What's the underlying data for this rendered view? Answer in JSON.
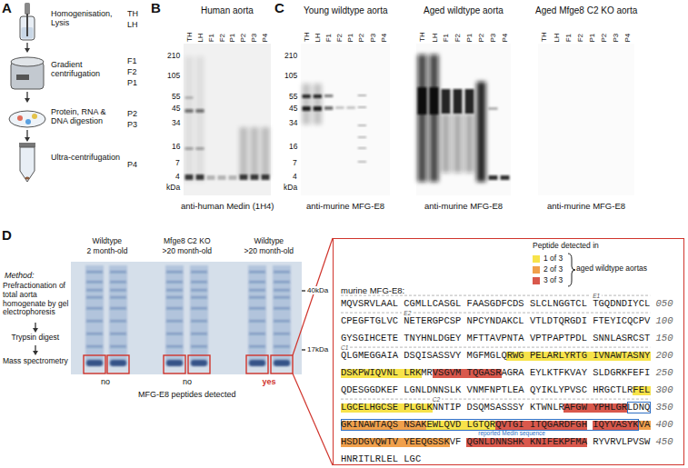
{
  "diagram": {
    "nodes": [
      {
        "text": [
          "Peptide detected in",
          "aged wildtype aortas",
          "murine MFG-E8:",
          "E1",
          "MQVSRVLAAL CGMLLCASGL FAASGDFCDS SLCLNGGTCL TGQDNDIYCL",
          "050",
          "E2",
          "CPEGFTGLVC NETERGPCSP NPCYNDAKCL VTLDTQRGDI FTEYICQCPV",
          "100",
          "GYSGIHCETE TNYHNLDGEY MFTTAVPNTA VPTPAPTPDL SNNLASRCST",
          "150",
          "C1",
          "QLGMEGGAIA DSQISASSVY MGFMGLQRWG PELARLYRTG IVNAWTASNY",
          "200",
          "DSKPWIQVNL LRKMRVSGVM TQGASRAGRA EYLKTFKVAY SLDGRKFEFI",
          "250",
          "QDESGGDKEF LGNLDNNSLK VNMFNPTLEA QYIKLYPVSC HRGCTLRFEL",
          "300",
          "C2",
          "LGCELHGCSE PLGLKNNTIP DSQMSASSSY KTWNLRAFGW YPHLGRLDNQ",
          "350",
          "GKINAWTAQS NSAKEWLQVD LGTQRQVTGI ITQGARDFGH IQYVASYKVA",
          "400",
          "reported Medin sequence",
          "HSDDGVQWTV YEEQGSSKVF QGNLDNNSHK KNIFEKPFMA RYVRVLPVSW",
          "450",
          "HNRITLRLEL LGC"
        ]
      }
    ],
    "labels": [
      "A",
      "Homogenisation, Lysis",
      "TH",
      "LH",
      "Gradient centrifugation",
      "F1",
      "F2",
      "P1",
      "Protein, RNA & DNA digestion",
      "P2",
      "P3",
      "Ultra-centrifugation",
      "P4",
      "B",
      "Human aorta",
      "TH",
      "LH",
      "F1",
      "F2",
      "P1",
      "P2",
      "P3",
      "P4",
      "210",
      "105",
      "55",
      "45",
      "34",
      "16",
      "7",
      "4",
      "kDa",
      "anti-human Medin (1H4)",
      "C",
      "210",
      "105",
      "55",
      "45",
      "34",
      "16",
      "7",
      "4",
      "kDa",
      "Young wildtype aorta",
      "TH",
      "LH",
      "F1",
      "F2",
      "P1",
      "P2",
      "P3",
      "P4",
      "Aged wildtype aorta",
      "TH",
      "LH",
      "F1",
      "F2",
      "P1",
      "P2",
      "P3",
      "P4",
      "Aged Mfge8 C2 KO aorta",
      "TH",
      "LH",
      "F1",
      "F2",
      "P1",
      "P2",
      "P3",
      "P4",
      "anti-murine MFG-E8",
      "anti-murine MFG-E8",
      "anti-murine MFG-E8",
      "D",
      "Method:",
      "Prefractionation of total aorta homogenate by gel electrophoresis",
      "Trypsin digest",
      "Mass spectrometry",
      "Wildtype",
      "2 month-old",
      "Mfge8 C2 KO",
      ">20 month-old",
      "Wildtype",
      ">20 month-old",
      "40kDa",
      "17kDa",
      "no",
      "no",
      "yes",
      "MFG-E8 peptides detected"
    ],
    "legend": [
      {
        "text": "1 of 3",
        "color": "#f7e34a"
      },
      {
        "text": "2 of 3",
        "color": "#f0a04b"
      },
      {
        "text": "3 of 3",
        "color": "#d9584c"
      }
    ]
  }
}
